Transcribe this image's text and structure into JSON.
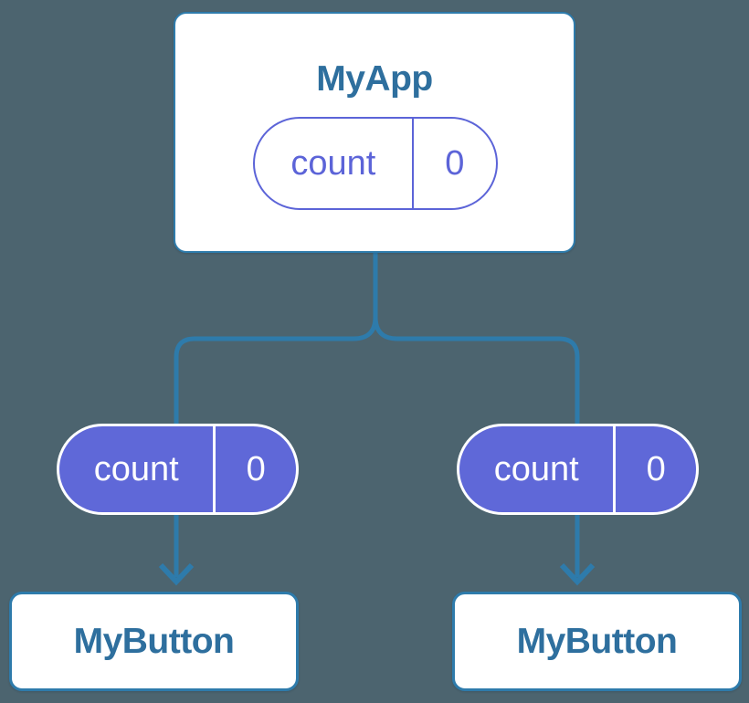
{
  "colors": {
    "background": "#4c646f",
    "connector_blue": "#2e7bab",
    "node_border_blue": "#2e7bab",
    "node_text_blue": "#2e6f9e",
    "pill_purple": "#5f68d8",
    "pill_outline_purple": "#5c64d8",
    "node_fill": "#ffffff"
  },
  "diagram": {
    "root": {
      "title": "MyApp",
      "state": {
        "name": "count",
        "value": "0"
      }
    },
    "children": [
      {
        "title": "MyButton",
        "state": {
          "name": "count",
          "value": "0"
        }
      },
      {
        "title": "MyButton",
        "state": {
          "name": "count",
          "value": "0"
        }
      }
    ]
  }
}
